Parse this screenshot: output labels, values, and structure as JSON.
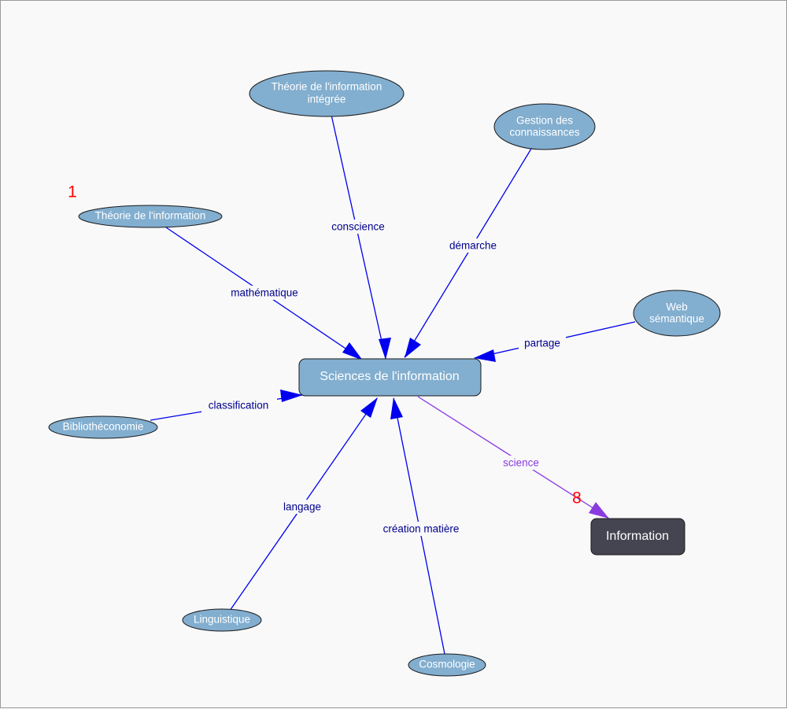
{
  "colors": {
    "edge_blue": "#0000ee",
    "edge_purple": "#8a3be0",
    "node_fill": "#82aecf",
    "node_dark": "#454552",
    "marker_red": "#ff0000"
  },
  "nodes": {
    "center": {
      "label": "Sciences de l'information"
    },
    "information": {
      "label": "Information"
    },
    "theorie_integree": {
      "line1": "Théorie de l'information",
      "line2": "intégrée"
    },
    "gestion": {
      "line1": "Gestion des",
      "line2": "connaissances"
    },
    "theorie": {
      "label": "Théorie de l'information"
    },
    "web": {
      "line1": "Web",
      "line2": "sémantique"
    },
    "biblio": {
      "label": "Bibliothéconomie"
    },
    "linguistique": {
      "label": "Linguistique"
    },
    "cosmologie": {
      "label": "Cosmologie"
    }
  },
  "edges": {
    "conscience": "conscience",
    "demarche": "démarche",
    "mathematique": "mathématique",
    "partage": "partage",
    "classification": "classification",
    "langage": "langage",
    "creation": "création matière",
    "science": "science"
  },
  "markers": {
    "m1": "1",
    "m8": "8"
  }
}
